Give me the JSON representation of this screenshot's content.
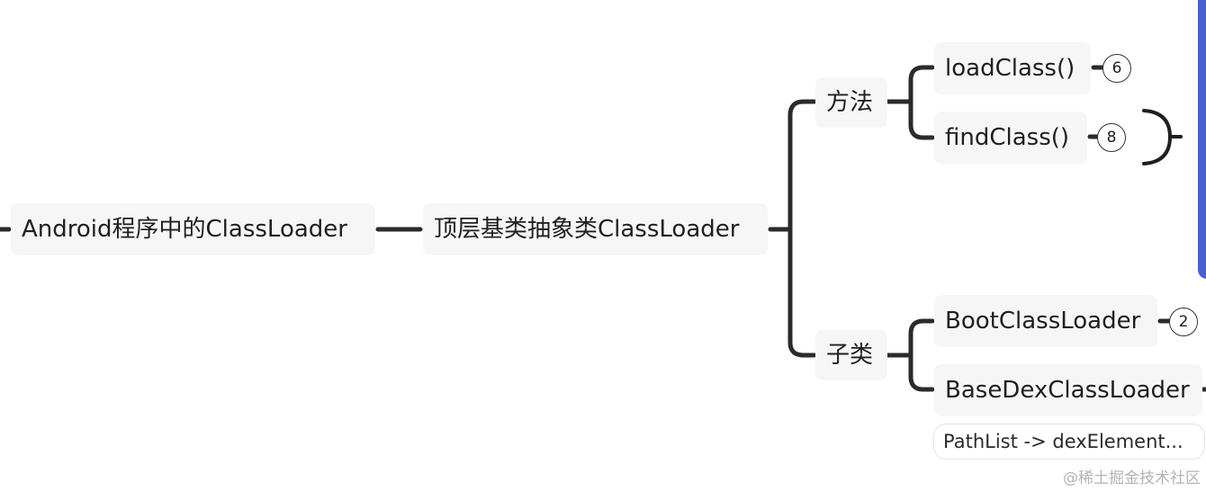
{
  "diagram": {
    "root": "Android程序中的ClassLoader",
    "level1": "顶层基类抽象类ClassLoader",
    "branches": [
      {
        "label": "方法",
        "children": [
          {
            "label": "loadClass()",
            "badge": "6"
          },
          {
            "label": "findClass()",
            "badge": "8"
          }
        ]
      },
      {
        "label": "子类",
        "children": [
          {
            "label": "BootClassLoader",
            "badge": "2"
          },
          {
            "label": "BaseDexClassLoader"
          }
        ]
      }
    ],
    "note": "PathList -> dexElement..."
  },
  "watermark": "@稀土掘金技术社区",
  "colors": {
    "line": "#2b2b2b",
    "node_bg": "#f6f6f6",
    "accent_bar": "#4a5fd0"
  }
}
